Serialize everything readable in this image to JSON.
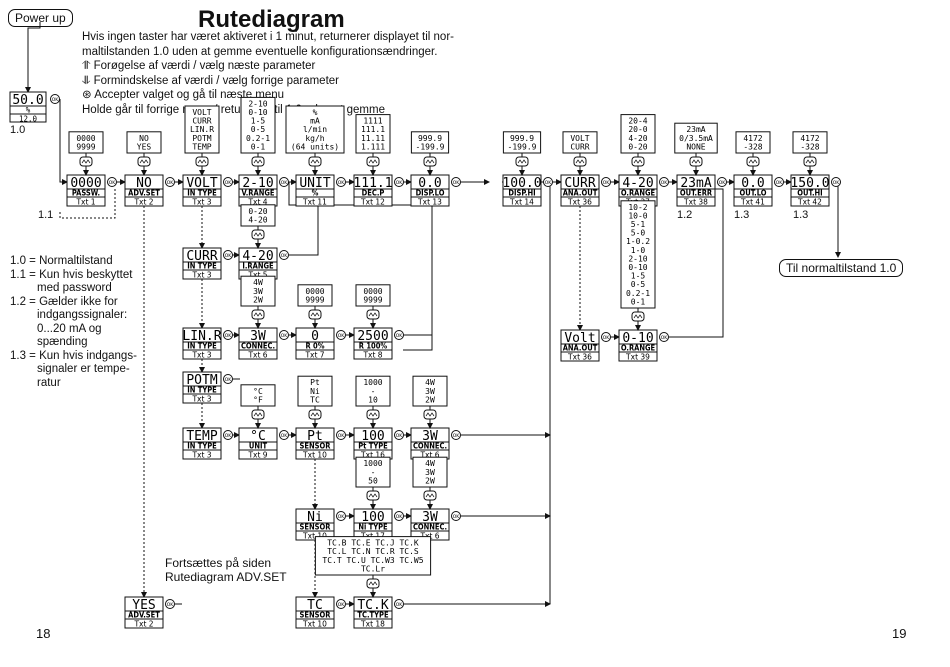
{
  "title": "Rutediagram",
  "intro": {
    "line1": "Hvis ingen taster har været aktiveret i 1 minut, returnerer displayet til nor-",
    "line2": "maltilstanden 1.0 uden at gemme eventuelle konfigurationsændringer.",
    "line3": "Forøgelse af værdi / vælg næste parameter",
    "line4": "Formindskelse af værdi / vælg forrige parameter",
    "line5": "Accepter valget og gå til næste menu",
    "line6": "Holde    går til forrige menu / returnerer til 1.0 uden at gemme"
  },
  "power_up": "Power up",
  "normal_state": "Til normaltilstand 1.0",
  "home_label": "1.0",
  "label_1_1": "1.1",
  "label_1_2": "1.2",
  "label_1_3a": "1.3",
  "label_1_3b": "1.3",
  "notes": [
    {
      "head": "1.0 = Normaltilstand",
      "cont": []
    },
    {
      "head": "1.1 = Kun hvis beskyttet",
      "cont": [
        "med password"
      ]
    },
    {
      "head": "1.2 = Gælder ikke for",
      "cont": [
        "indgangssignaler:",
        "0...20 mA og",
        "spænding"
      ]
    },
    {
      "head": "1.3 = Kun hvis indgangs-",
      "cont": [
        "signaler er tempe-",
        "ratur"
      ]
    }
  ],
  "continue_text": [
    "Fortsættes på siden",
    "Rutediagram ADV.SET"
  ],
  "page_left": "18",
  "page_right": "19",
  "ok": "OK",
  "home": {
    "value": "50.0",
    "unit": "%",
    "sub": "12.0"
  },
  "menus": [
    {
      "id": "passw",
      "value": "0000",
      "param": "PASSW.",
      "txt": "Txt 1",
      "opts": [
        "0000",
        "9999"
      ]
    },
    {
      "id": "advset",
      "value": "NO",
      "param": "ADV.SET",
      "txt": "Txt 2",
      "opts": [
        "NO",
        "YES"
      ]
    },
    {
      "id": "volt",
      "value": "VOLT",
      "param": "IN TYPE",
      "txt": "Txt 3",
      "opts": [
        "VOLT",
        "CURR",
        "LIN.R",
        "POTM",
        "TEMP"
      ]
    },
    {
      "id": "vrange",
      "value": "2-10",
      "param": "V.RANGE",
      "txt": "Txt 4",
      "opts": [
        "2-10",
        "0-10",
        "1-5",
        "0-5",
        "0.2-1",
        "0-1"
      ]
    },
    {
      "id": "unit",
      "value": "UNIT",
      "param": "%",
      "txt": "Txt 11",
      "opts": [
        "%",
        "mA",
        "l/min",
        "kg/h",
        "(64 units)"
      ]
    },
    {
      "id": "decp",
      "value": "111.1",
      "param": "DEC.P",
      "txt": "Txt 12",
      "opts": [
        "1111",
        "111.1",
        "11.11",
        "1.111"
      ]
    },
    {
      "id": "displo",
      "value": "0.0",
      "param": "DISP.LO",
      "txt": "Txt 13",
      "opts": [
        "999.9",
        "-199.9"
      ]
    },
    {
      "id": "disphi",
      "value": "100.0",
      "param": "DISP.HI",
      "txt": "Txt 14",
      "opts": [
        "999.9",
        "-199.9"
      ]
    },
    {
      "id": "anaout",
      "value": "CURR",
      "param": "ANA.OUT",
      "txt": "Txt 36",
      "opts": [
        "VOLT",
        "CURR"
      ]
    },
    {
      "id": "orange",
      "value": "4-20",
      "param": "O.RANGE",
      "txt": "Txt 37",
      "opts": [
        "20-4",
        "20-0",
        "4-20",
        "0-20"
      ]
    },
    {
      "id": "outerr",
      "value": "23mA",
      "param": "OUT.ERR",
      "txt": "Txt 38",
      "opts": [
        "23mA",
        "0/3.5mA",
        "NONE"
      ]
    },
    {
      "id": "outlo",
      "value": "0.0",
      "param": "OUT.LO",
      "txt": "Txt 41",
      "opts": [
        "4172",
        "-328"
      ]
    },
    {
      "id": "outhi",
      "value": "150.0",
      "param": "OUT.HI",
      "txt": "Txt 42",
      "opts": [
        "4172",
        "-328"
      ]
    },
    {
      "id": "curr",
      "value": "CURR",
      "param": "IN TYPE",
      "txt": "Txt 3",
      "opts": []
    },
    {
      "id": "irange",
      "value": "4-20",
      "param": "I.RANGE",
      "txt": "Txt 5",
      "opts": [
        "0-20",
        "4-20"
      ]
    },
    {
      "id": "linr",
      "value": "LIN.R",
      "param": "IN TYPE",
      "txt": "Txt 3",
      "opts": []
    },
    {
      "id": "connec6",
      "value": "3W",
      "param": "CONNEC.",
      "txt": "Txt 6",
      "opts": [
        "4W",
        "3W",
        "2W"
      ]
    },
    {
      "id": "r0",
      "value": "0",
      "param": "R 0%",
      "txt": "Txt 7",
      "opts": [
        "0000",
        "9999"
      ]
    },
    {
      "id": "r100",
      "value": "2500",
      "param": "R 100%",
      "txt": "Txt 8",
      "opts": [
        "0000",
        "9999"
      ]
    },
    {
      "id": "potm",
      "value": "POTM",
      "param": "IN TYPE",
      "txt": "Txt 3",
      "opts": []
    },
    {
      "id": "temp",
      "value": "TEMP",
      "param": "IN TYPE",
      "txt": "Txt 3",
      "opts": []
    },
    {
      "id": "tunit",
      "value": "°C",
      "param": "UNIT",
      "txt": "Txt 9",
      "opts": [
        "°C",
        "°F"
      ]
    },
    {
      "id": "sensor_pt",
      "value": "Pt",
      "param": "SENSOR",
      "txt": "Txt 10",
      "opts": [
        "Pt",
        "Ni",
        "TC"
      ]
    },
    {
      "id": "pttype",
      "value": "100",
      "param": "Pt TYPE",
      "txt": "Txt 16",
      "opts": [
        "1000",
        "-",
        "10"
      ]
    },
    {
      "id": "connec_pt",
      "value": "3W",
      "param": "CONNEC.",
      "txt": "Txt 6",
      "opts": [
        "4W",
        "3W",
        "2W"
      ]
    },
    {
      "id": "sensor_ni",
      "value": "Ni",
      "param": "SENSOR",
      "txt": "Txt 10",
      "opts": []
    },
    {
      "id": "nitype",
      "value": "100",
      "param": "Ni TYPE",
      "txt": "Txt 17",
      "opts": [
        "1000",
        "-",
        "50"
      ]
    },
    {
      "id": "connec_ni",
      "value": "3W",
      "param": "CONNEC.",
      "txt": "Txt 6",
      "opts": [
        "4W",
        "3W",
        "2W"
      ]
    },
    {
      "id": "sensor_tc",
      "value": "TC",
      "param": "SENSOR",
      "txt": "Txt 10",
      "opts": []
    },
    {
      "id": "tctype",
      "value": "TC.K",
      "param": "TC.TYPE",
      "txt": "Txt 18",
      "opts": [
        "TC.B TC.E TC.J TC.K",
        "TC.L TC.N TC.R TC.S",
        "TC.T TC.U TC.W3 TC.W5",
        "TC.Lr"
      ]
    },
    {
      "id": "advyes",
      "value": "YES",
      "param": "ADV.SET",
      "txt": "Txt 2",
      "opts": []
    },
    {
      "id": "anaout_volt",
      "value": "Volt",
      "param": "ANA.OUT",
      "txt": "Txt 36",
      "opts": []
    },
    {
      "id": "orange_v",
      "value": "0-10",
      "param": "O.RANGE",
      "txt": "Txt 39",
      "opts": [
        "10-2",
        "10-0",
        "5-1",
        "5-0",
        "1-0.2",
        "1-0",
        "2-10",
        "0-10",
        "1-5",
        "0-5",
        "0.2-1",
        "0-1"
      ]
    }
  ]
}
